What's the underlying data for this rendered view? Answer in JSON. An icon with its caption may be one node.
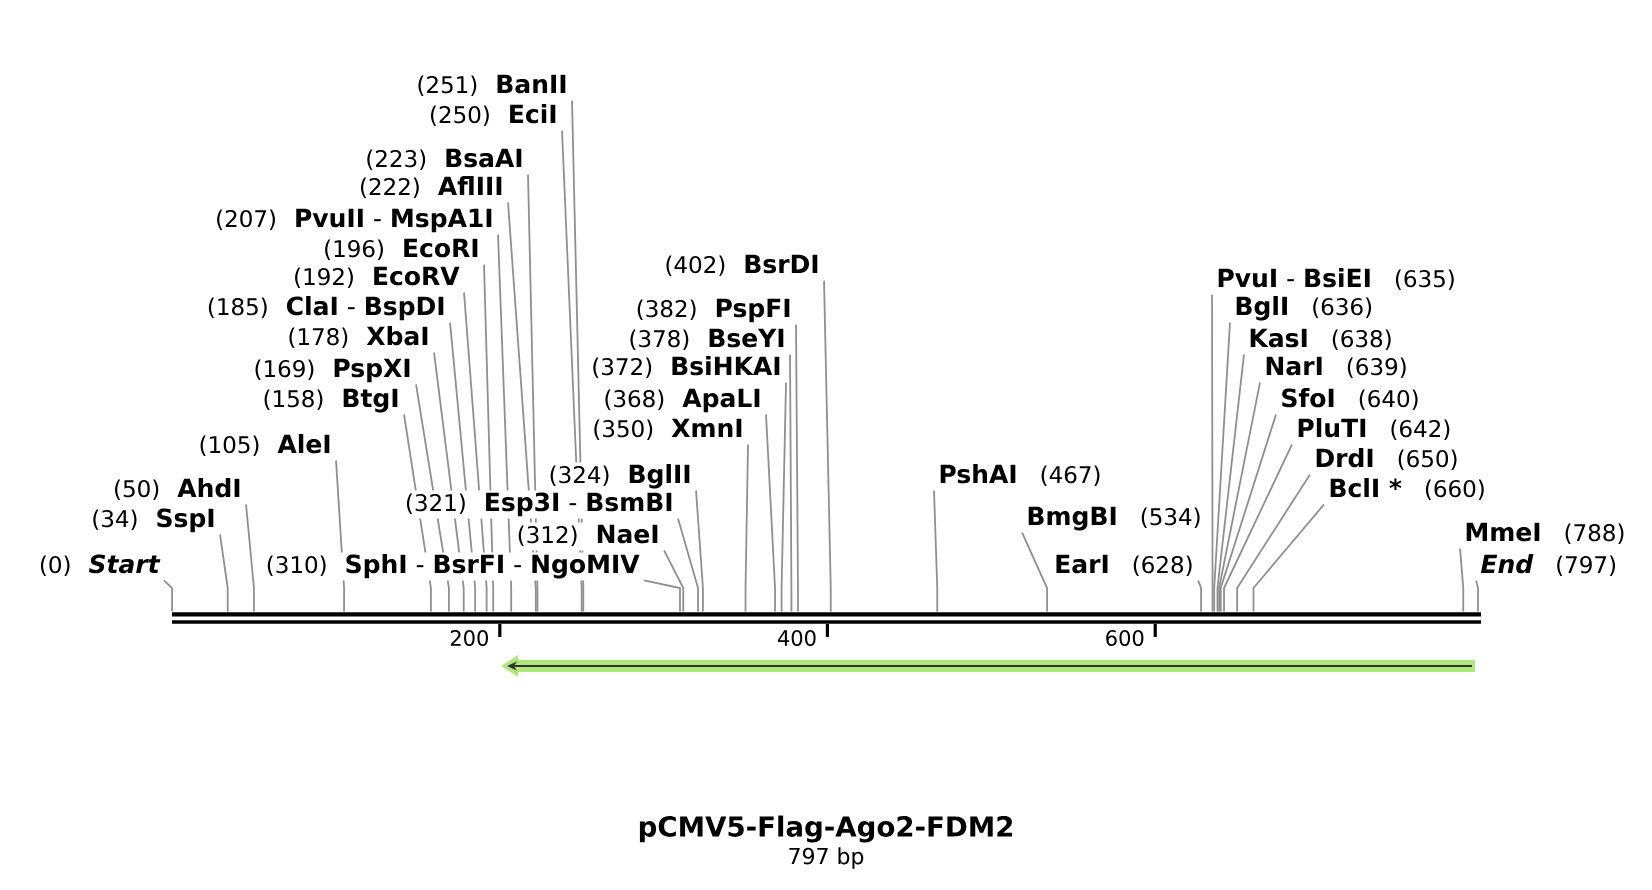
{
  "diagram": {
    "title": "pCMV5-Flag-Ago2-FDM2",
    "nodes": [
      {
        "text": [
          "(251)",
          "BanII"
        ]
      },
      {
        "text": [
          "(250)",
          "EciI"
        ]
      },
      {
        "text": [
          "(223)",
          "BsaAI"
        ]
      },
      {
        "text": [
          "(222)",
          "AflIII"
        ]
      },
      {
        "text": [
          "(207)",
          "**PvuII** - **MspA1I**"
        ]
      },
      {
        "text": [
          "(196)",
          "EcoRI"
        ]
      },
      {
        "text": [
          "(402)",
          "BsrDI"
        ]
      },
      {
        "text": [
          "(192)",
          "EcoRV"
        ]
      },
      {
        "text": [
          "**PvuI** - **BsiEI**",
          "(635)"
        ]
      },
      {
        "text": [
          "(185)",
          "**ClaI** - **BspDI**"
        ]
      },
      {
        "text": [
          "(382)",
          "PspFI"
        ]
      },
      {
        "text": [
          "BglI",
          "(636)"
        ]
      },
      {
        "text": [
          "(178)",
          "XbaI"
        ]
      },
      {
        "text": [
          "(378)",
          "BseYI"
        ]
      },
      {
        "text": [
          "KasI",
          "(638)"
        ]
      },
      {
        "text": [
          "(169)",
          "PspXI"
        ]
      },
      {
        "text": [
          "(372)",
          "BsiHKAI"
        ]
      },
      {
        "text": [
          "NarI",
          "(639)"
        ]
      },
      {
        "text": [
          "(158)",
          "BtgI"
        ]
      },
      {
        "text": [
          "(368)",
          "ApaLI"
        ]
      },
      {
        "text": [
          "SfoI",
          "(640)"
        ]
      },
      {
        "text": [
          "(350)",
          "XmnI"
        ]
      },
      {
        "text": [
          "PluTI",
          "(642)"
        ]
      },
      {
        "text": [
          "(105)",
          "AleI"
        ]
      },
      {
        "text": [
          "DrdI",
          "(650)"
        ]
      },
      {
        "text": [
          "(324)",
          "BglII"
        ]
      },
      {
        "text": [
          "PshAI",
          "(467)"
        ]
      },
      {
        "text": [
          "(50)",
          "AhdI"
        ]
      },
      {
        "text": [
          "BclI *",
          "(660)"
        ]
      },
      {
        "text": [
          "(321)",
          "**Esp3I** - **BsmBI**"
        ]
      },
      {
        "text": [
          "(34)",
          "SspI"
        ]
      },
      {
        "text": [
          "BmgBI",
          "(534)"
        ]
      },
      {
        "text": [
          "(312)",
          "NaeI"
        ]
      },
      {
        "text": [
          "MmeI",
          "(788)"
        ]
      },
      {
        "text": [
          "(0)",
          "Start"
        ]
      },
      {
        "text": [
          "(310)",
          "**SphI** - **BsrFI** - **NgoMIV**"
        ]
      },
      {
        "text": [
          "EarI",
          "(628)"
        ]
      },
      {
        "text": [
          "End",
          "(797)"
        ]
      },
      {
        "text": [],
        "shape": "bar"
      }
    ],
    "edges": [
      {
        "from": 0,
        "to": 38,
        "arrow": "none"
      },
      {
        "from": 1,
        "to": 38,
        "arrow": "none"
      },
      {
        "from": 2,
        "to": 38,
        "arrow": "none"
      },
      {
        "from": 3,
        "to": 38,
        "arrow": "none"
      },
      {
        "from": 4,
        "to": 38,
        "arrow": "none"
      },
      {
        "from": 5,
        "to": 38,
        "arrow": "none"
      },
      {
        "from": 6,
        "to": 38,
        "arrow": "none"
      },
      {
        "from": 7,
        "to": 38,
        "arrow": "none"
      },
      {
        "from": 8,
        "to": 38,
        "arrow": "none"
      },
      {
        "from": 9,
        "to": 38,
        "arrow": "none"
      },
      {
        "from": 10,
        "to": 38,
        "arrow": "none"
      },
      {
        "from": 11,
        "to": 38,
        "arrow": "none"
      },
      {
        "from": 12,
        "to": 38,
        "arrow": "none"
      },
      {
        "from": 13,
        "to": 38,
        "arrow": "none"
      },
      {
        "from": 14,
        "to": 38,
        "arrow": "none"
      },
      {
        "from": 15,
        "to": 38,
        "arrow": "none"
      },
      {
        "from": 16,
        "to": 38,
        "arrow": "none"
      },
      {
        "from": 17,
        "to": 38,
        "arrow": "none"
      },
      {
        "from": 18,
        "to": 38,
        "arrow": "none"
      },
      {
        "from": 19,
        "to": 38,
        "arrow": "none"
      },
      {
        "from": 20,
        "to": 38,
        "arrow": "none"
      },
      {
        "from": 21,
        "to": 38,
        "arrow": "none"
      },
      {
        "from": 22,
        "to": 38,
        "arrow": "none"
      },
      {
        "from": 23,
        "to": 38,
        "arrow": "none"
      },
      {
        "from": 24,
        "to": 38,
        "arrow": "none"
      },
      {
        "from": 25,
        "to": 38,
        "arrow": "none"
      },
      {
        "from": 26,
        "to": 38,
        "arrow": "none"
      },
      {
        "from": 27,
        "to": 38,
        "arrow": "none"
      },
      {
        "from": 28,
        "to": 38,
        "arrow": "none"
      },
      {
        "from": 29,
        "to": 38,
        "arrow": "none"
      },
      {
        "from": 30,
        "to": 38,
        "arrow": "none"
      },
      {
        "from": 31,
        "to": 38,
        "arrow": "none"
      },
      {
        "from": 32,
        "to": 38,
        "arrow": "none"
      },
      {
        "from": 33,
        "to": 38,
        "arrow": "none"
      },
      {
        "from": 34,
        "to": 38,
        "arrow": "none"
      },
      {
        "from": 35,
        "to": 38,
        "arrow": "none"
      },
      {
        "from": 36,
        "to": 38,
        "arrow": "none"
      },
      {
        "from": 37,
        "to": 38,
        "arrow": "none"
      }
    ],
    "labels": [
      "200",
      "400",
      "600",
      "797 bp"
    ]
  }
}
